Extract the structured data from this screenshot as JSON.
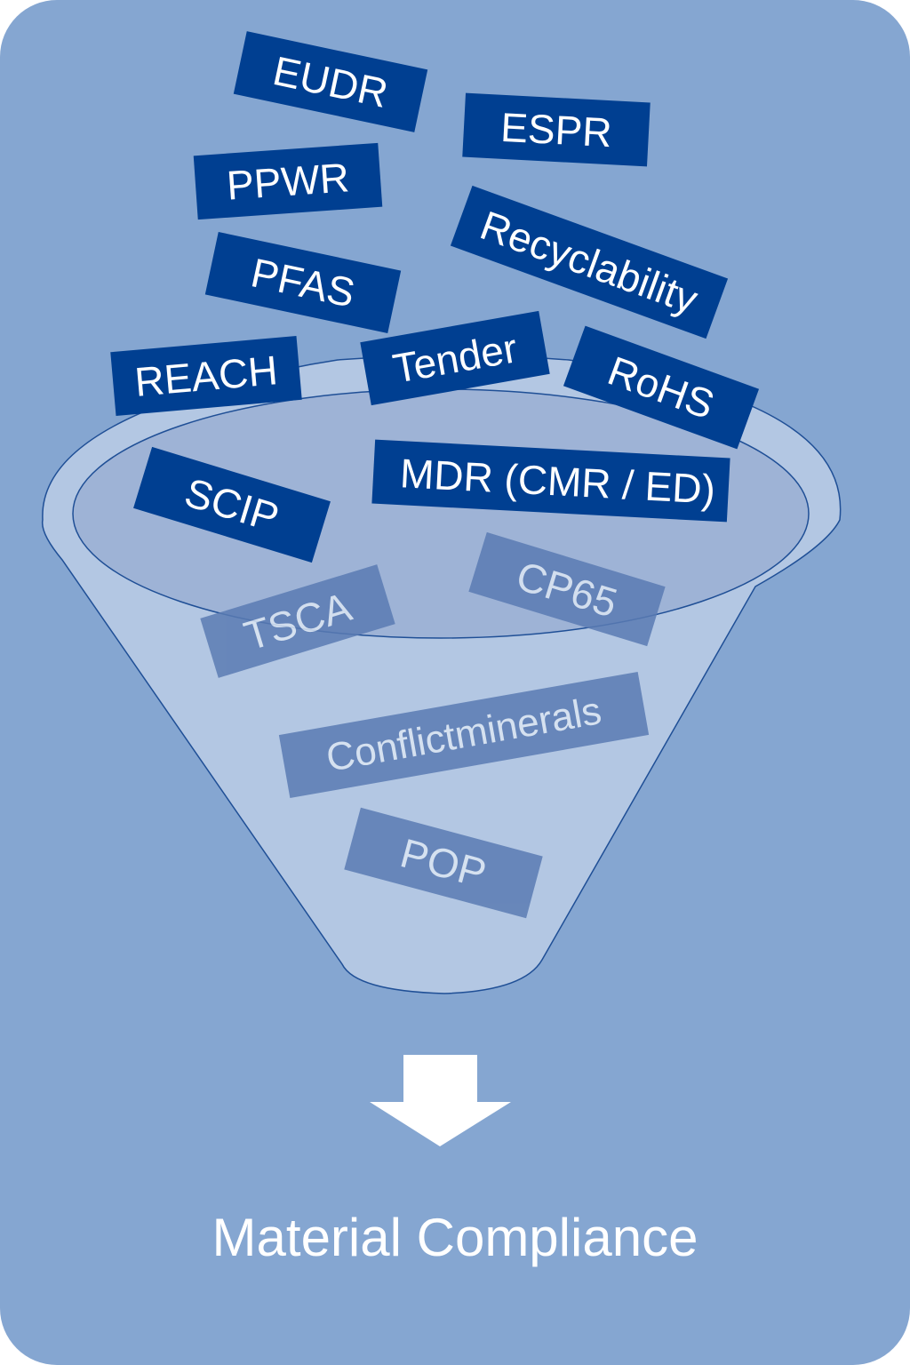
{
  "labels": {
    "eudr": "EUDR",
    "espr": "ESPR",
    "ppwr": "PPWR",
    "recyclability": "Recyclability",
    "pfas": "PFAS",
    "reach": "REACH",
    "tender": "Tender",
    "rohs": "RoHS",
    "scip": "SCIP",
    "mdr": "MDR (CMR / ED)",
    "cp65": "CP65",
    "tsca": "TSCA",
    "conflictminerals": "Conflictminerals",
    "pop": "POP"
  },
  "caption": "Material Compliance",
  "colors": {
    "background": "#85a6d1",
    "funnel": "#b3c7e3",
    "funnel_stroke": "#1f4f96",
    "label_dark": "#003f91",
    "label_faded": "#5a7bb3",
    "arrow": "#ffffff",
    "text": "#ffffff"
  },
  "icons": {
    "funnel": "funnel-icon",
    "arrow": "down-arrow-icon"
  }
}
